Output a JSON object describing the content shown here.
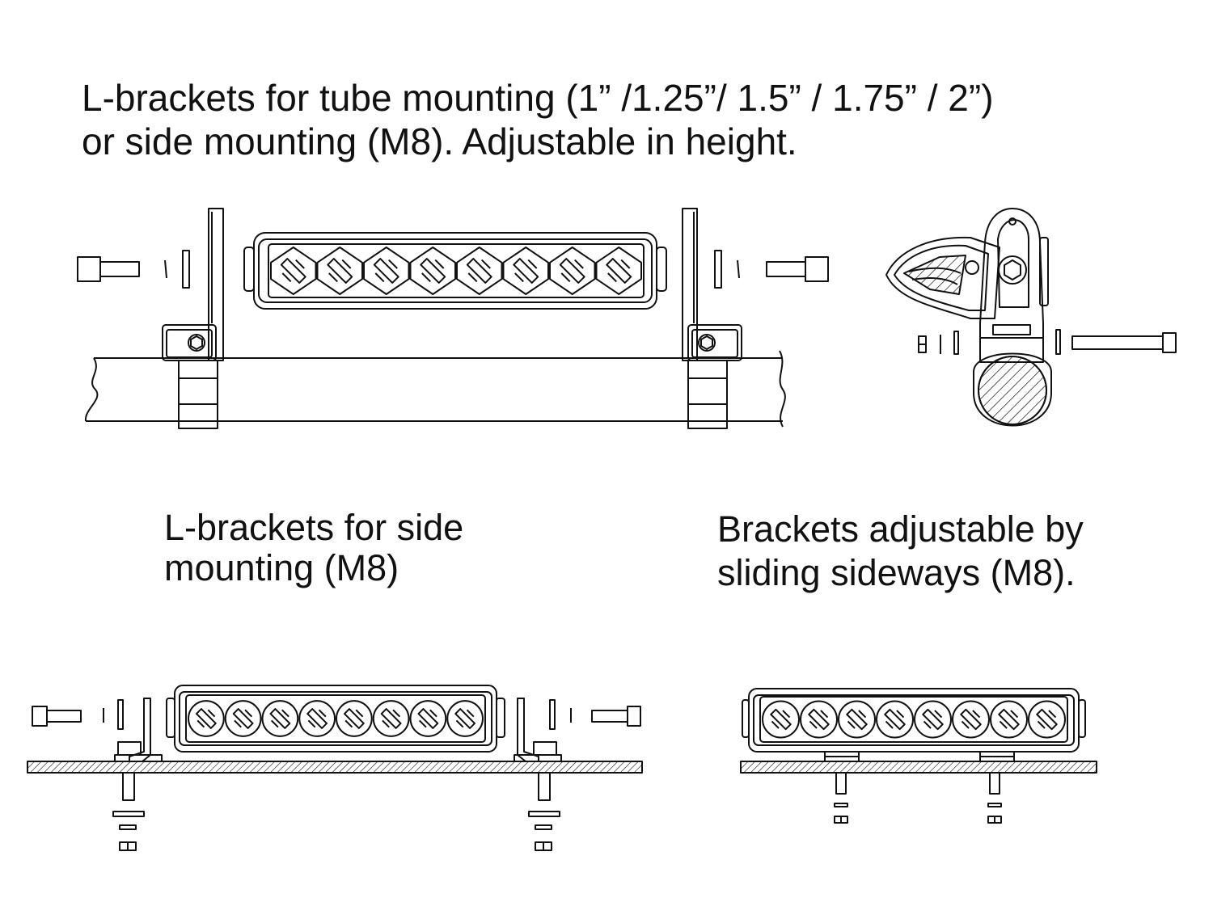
{
  "captions": {
    "tube_mounting": {
      "line1": "L-brackets for tube mounting (1” /1.25”/ 1.5” / 1.75” / 2”)",
      "line2": "or side mounting (M8). Adjustable in height."
    },
    "side_mounting": {
      "line1": "L-brackets for side",
      "line2": "mounting (M8)"
    },
    "sliding": {
      "line1": "Brackets adjustable by",
      "line2": "sliding sideways (M8)."
    }
  },
  "led_counts": {
    "front_view": 8,
    "side_mount": 8,
    "sliding_mount": 8
  },
  "colors": {
    "line": "#111111",
    "background": "#ffffff"
  },
  "icons": [
    "bolt-icon",
    "washer-icon",
    "nut-icon",
    "led-lens-icon",
    "hex-bolt-icon"
  ]
}
